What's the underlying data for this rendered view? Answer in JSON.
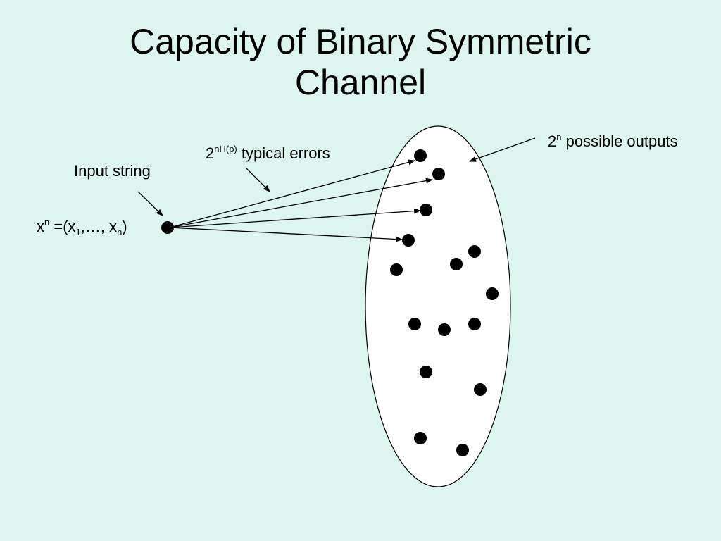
{
  "slide": {
    "title_line1": "Capacity of Binary Symmetric",
    "title_line2": "Channel"
  },
  "labels": {
    "input_string": "Input string",
    "input": {
      "base": "x",
      "sup": "n",
      "mid": " =(x",
      "sub1": "1",
      "ellipsis": ",…, x",
      "subn": "n",
      "close": ")"
    },
    "typical_errors": {
      "base": "2",
      "sup": "nH(p)",
      "text": " typical errors"
    },
    "possible_outputs": {
      "base": "2",
      "sup": "n",
      "text": " possible outputs"
    }
  },
  "colors": {
    "background": "#dcf5ef",
    "ellipse_fill": "#ffffff",
    "ink": "#000000"
  }
}
